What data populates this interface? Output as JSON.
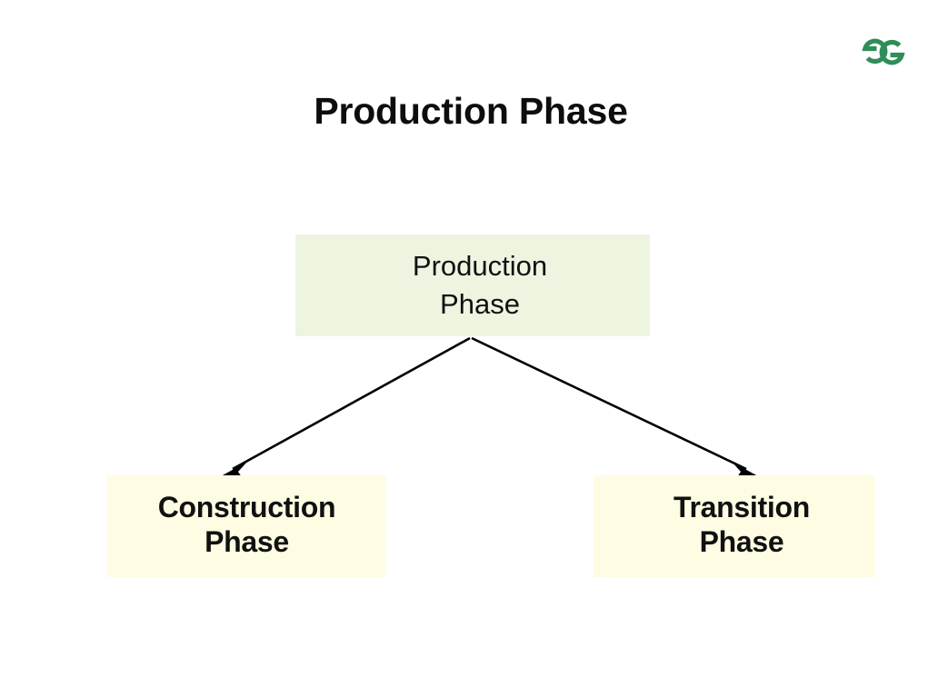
{
  "page": {
    "title": "Production Phase",
    "background_color": "#ffffff"
  },
  "brand": {
    "logo_name": "geeksforgeeks-logo",
    "logo_color": "#2f8d58"
  },
  "diagram": {
    "type": "hierarchy-tree",
    "nodes": [
      {
        "id": "production",
        "label": "Production\nPhase",
        "line1": "Production",
        "line2": "Phase",
        "fill_color": "#edf5e0",
        "text_color": "#111111",
        "bold": false
      },
      {
        "id": "construction",
        "label": "Construction\nPhase",
        "line1": "Construction",
        "line2": "Phase",
        "fill_color": "#fefce3",
        "text_color": "#111111",
        "bold": true
      },
      {
        "id": "transition",
        "label": "Transition\nPhase",
        "line1": "Transition",
        "line2": "Phase",
        "fill_color": "#fefce3",
        "text_color": "#111111",
        "bold": true
      }
    ],
    "edges": [
      {
        "id": "edge-production-construction",
        "from": "production",
        "to": "construction",
        "style": "solid-arrow",
        "color": "#000000"
      },
      {
        "id": "edge-production-transition",
        "from": "production",
        "to": "transition",
        "style": "solid-arrow",
        "color": "#000000"
      }
    ]
  }
}
